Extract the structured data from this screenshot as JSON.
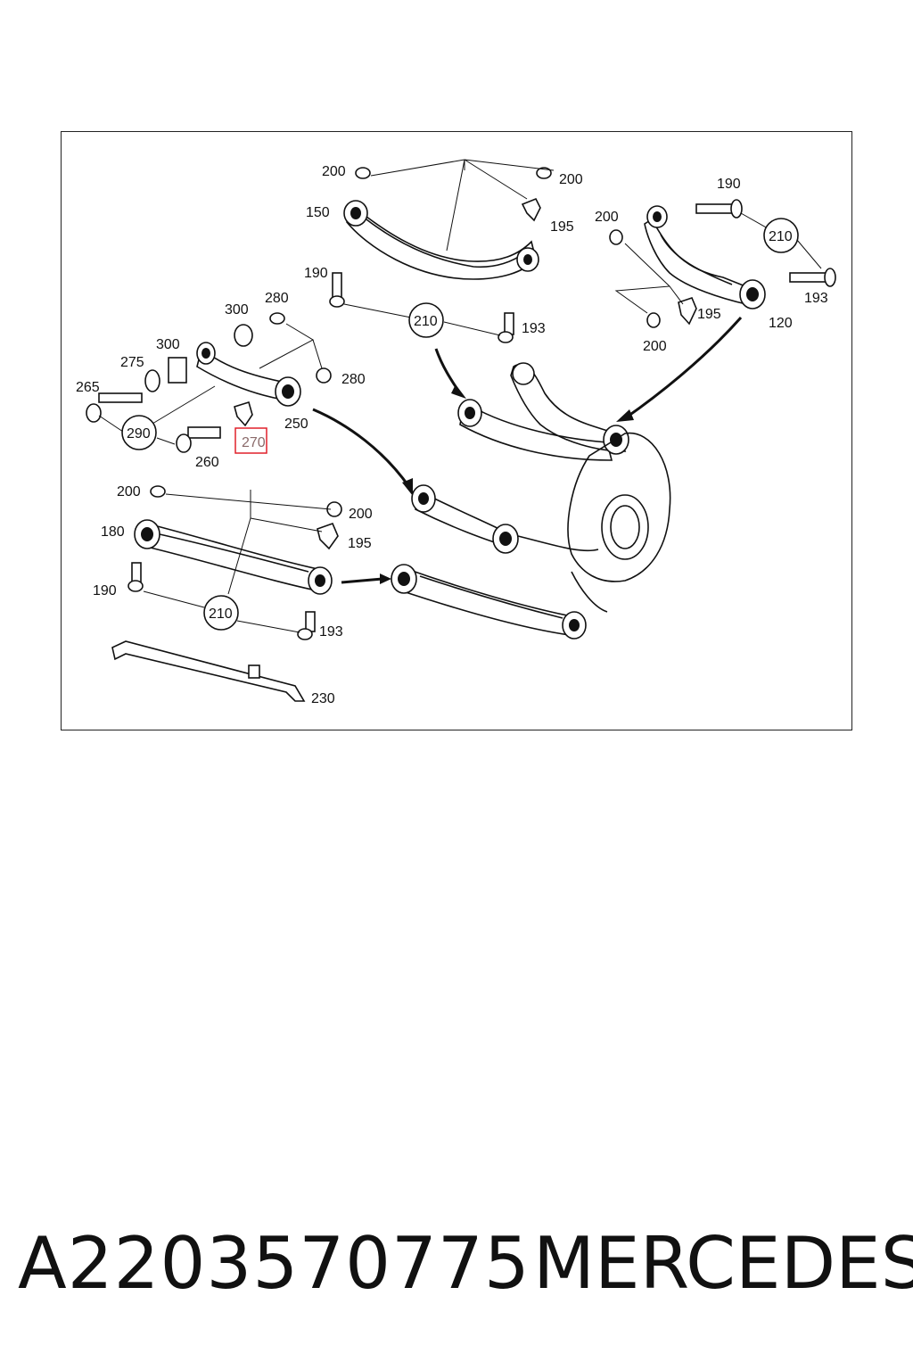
{
  "footer": {
    "part_number": "A2203570775",
    "brand": "MERCEDES"
  },
  "callouts": {
    "c200a": "200",
    "c200b": "200",
    "c150": "150",
    "c195a": "195",
    "c190a": "190",
    "c210a": "210",
    "c193a": "193",
    "c300a": "300",
    "c280a": "280",
    "c300b": "300",
    "c275": "275",
    "c280b": "280",
    "c265": "265",
    "c250": "250",
    "c290": "290",
    "c270": "270",
    "c260": "260",
    "c190b": "190",
    "c200c": "200",
    "c210b": "210",
    "c195b": "195",
    "c193b": "193",
    "c200d": "200",
    "c120": "120",
    "c200e": "200",
    "c200f": "200",
    "c180": "180",
    "c195c": "195",
    "c190c": "190",
    "c210c": "210",
    "c193c": "193",
    "c230": "230"
  },
  "highlight_color": "#e0202a"
}
